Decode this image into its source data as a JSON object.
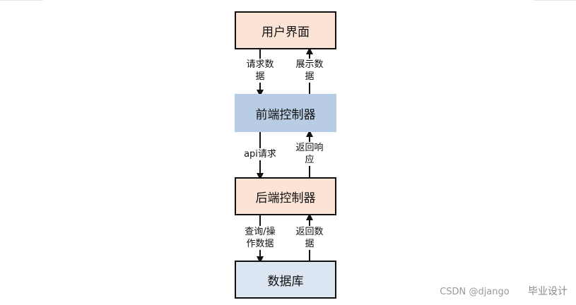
{
  "nodes": {
    "ui": {
      "label": "用户界面",
      "fill": "#fbe4d5"
    },
    "frontend": {
      "label": "前端控制器",
      "fill": "#b8cce4"
    },
    "backend": {
      "label": "后端控制器",
      "fill": "#fbe4d5"
    },
    "database": {
      "label": "数据库",
      "fill": "#dce6f2"
    }
  },
  "edges": {
    "request_data": {
      "line1": "请求数",
      "line2": "据"
    },
    "show_data": {
      "line1": "展示数",
      "line2": "据"
    },
    "api_request": {
      "line1": "api请求"
    },
    "return_response": {
      "line1": "返回响",
      "line2": "应"
    },
    "query_op": {
      "line1": "查询/操",
      "line2": "作数据"
    },
    "return_data": {
      "line1": "返回数",
      "line2": "据"
    }
  },
  "watermark": {
    "site": "CSDN",
    "user": "@django",
    "title": "毕业设计"
  }
}
